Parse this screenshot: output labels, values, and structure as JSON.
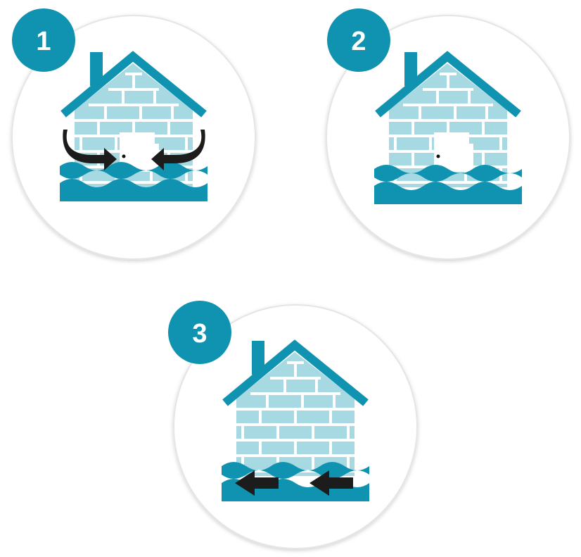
{
  "colors": {
    "teal": "#0f93b0",
    "brick_light": "#a6d9e2",
    "arrow": "#1c1c1c",
    "circle_stroke": "#e5e5e5",
    "background": "#ffffff"
  },
  "panels": [
    {
      "number": "1",
      "icons": [
        "flooded-house-icon",
        "water-waves-icon",
        "arrow-right-icon",
        "arrow-left-icon"
      ]
    },
    {
      "number": "2",
      "icons": [
        "flooded-house-icon",
        "water-waves-icon"
      ]
    },
    {
      "number": "3",
      "icons": [
        "flooded-house-icon",
        "water-waves-icon",
        "arrow-left-icon",
        "arrow-left-icon"
      ]
    }
  ]
}
